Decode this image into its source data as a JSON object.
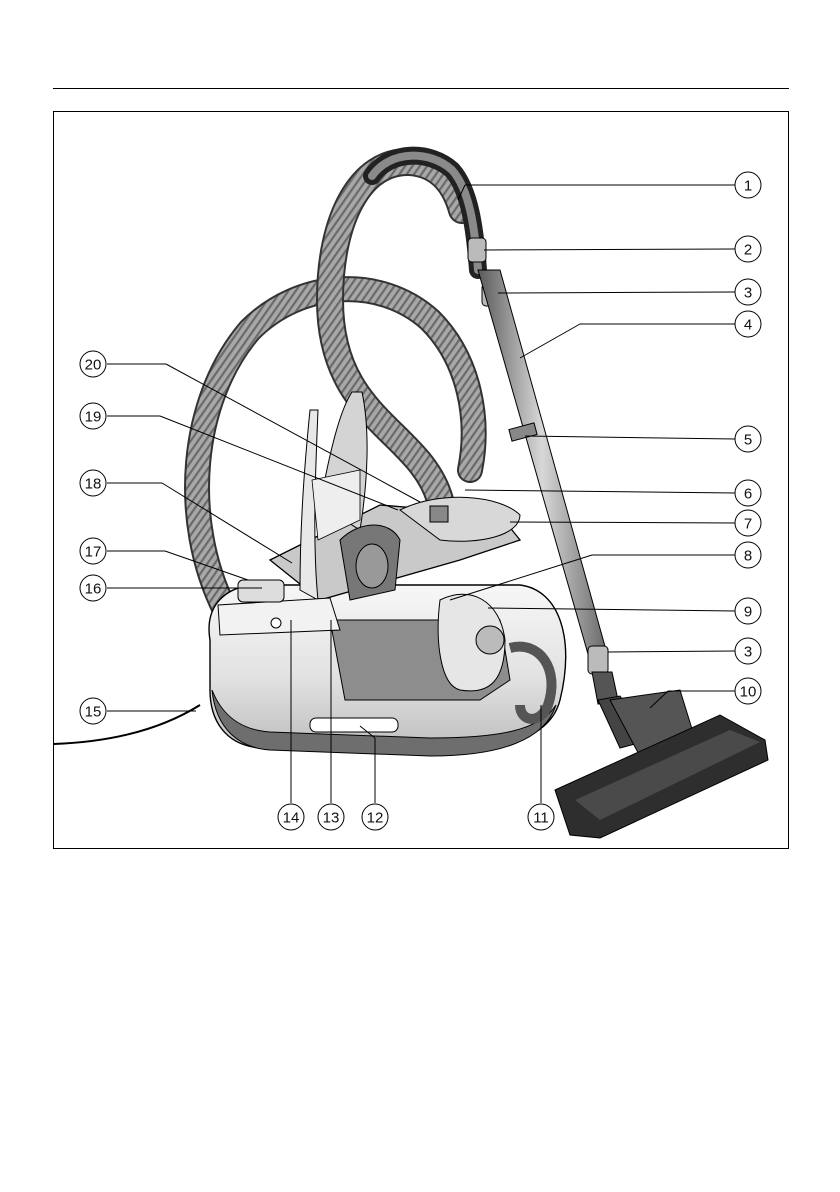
{
  "figure": {
    "callouts": [
      {
        "id": "c1",
        "label": "1"
      },
      {
        "id": "c2",
        "label": "2"
      },
      {
        "id": "c3a",
        "label": "3"
      },
      {
        "id": "c4",
        "label": "4"
      },
      {
        "id": "c5",
        "label": "5"
      },
      {
        "id": "c6",
        "label": "6"
      },
      {
        "id": "c7",
        "label": "7"
      },
      {
        "id": "c8",
        "label": "8"
      },
      {
        "id": "c9",
        "label": "9"
      },
      {
        "id": "c3b",
        "label": "3"
      },
      {
        "id": "c10",
        "label": "10"
      },
      {
        "id": "c11",
        "label": "11"
      },
      {
        "id": "c12",
        "label": "12"
      },
      {
        "id": "c13",
        "label": "13"
      },
      {
        "id": "c14",
        "label": "14"
      },
      {
        "id": "c15",
        "label": "15"
      },
      {
        "id": "c16",
        "label": "16"
      },
      {
        "id": "c17",
        "label": "17"
      },
      {
        "id": "c18",
        "label": "18"
      },
      {
        "id": "c19",
        "label": "19"
      },
      {
        "id": "c20",
        "label": "20"
      }
    ],
    "colors": {
      "line": "#000000",
      "hose": "#9a9a9a",
      "hose_dark": "#5a5a5a",
      "body_light": "#efefef",
      "body_mid": "#b5b5b5",
      "body_dark": "#6e6e6e",
      "floorhead": "#2e2e2e"
    }
  }
}
